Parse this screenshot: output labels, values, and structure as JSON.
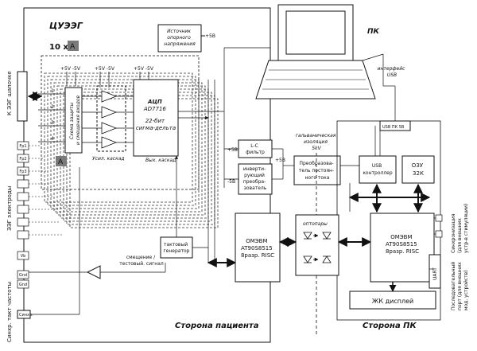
{
  "title": "ЦУЭЭГ",
  "multiplier": "10 x",
  "marker_a": "A",
  "pc_label": "ПК",
  "pc_interface": [
    "интерфейс",
    "USB"
  ],
  "ref_voltage": [
    "Источник",
    "опорного",
    "напряжения"
  ],
  "plus5": "+5В",
  "minus5": "-5В",
  "supply_pm5": "+5V -5V",
  "protection": [
    "Схема защиты",
    "и смещения входов"
  ],
  "amplifier": "Усил. каскад",
  "adc": [
    "АЦП",
    "AD7716",
    "22-бит",
    "сигма-дельта"
  ],
  "output_stage": "Вых. каскад",
  "lc_filter": [
    "L-C",
    "фильтр"
  ],
  "inverter": [
    "инверти-",
    "рующий",
    "преобра-",
    "зователь"
  ],
  "isolation": [
    "гальваническая",
    "изоляция",
    "5kV"
  ],
  "converter": [
    "Преобразова-",
    "тель постоян-",
    "ного тока"
  ],
  "usb_port": "USB ПК 5В",
  "usb_controller": [
    "USB",
    "контроллер"
  ],
  "ram": [
    "ОЗУ",
    "32К"
  ],
  "mcu_left": [
    "ОМЭВМ",
    "AT90S8515",
    "8разр. RISC"
  ],
  "mcu_right": [
    "ОМЭВМ",
    "AT90S8515",
    "8разр. RISC"
  ],
  "optocouplers": "оптопары",
  "clock_gen": [
    "тактовый",
    "генератор"
  ],
  "bias_test": [
    "смещение /",
    "тестовый. сигнал"
  ],
  "eeg_cap": "К ЭЭГ шапочке",
  "eeg_electrodes": "ЭЭГ электроды",
  "electrode_labels": [
    "Fp1",
    "Fp2",
    "Fp3",
    "Vb",
    "Gnd",
    "Gnd"
  ],
  "sync_label": "Синхр. такт частоты",
  "sync_box": "Синхр.",
  "uart": "UART",
  "lcd": "ЖК дисплей",
  "side_patient": "Сторона пациента",
  "side_pc": "Сторона ПК",
  "right_labels": [
    "Последовательный",
    "порт (для внешних",
    "мод. устройств)",
    "Синхронизация",
    "(для внешних",
    "устр-в стимуляции)"
  ]
}
